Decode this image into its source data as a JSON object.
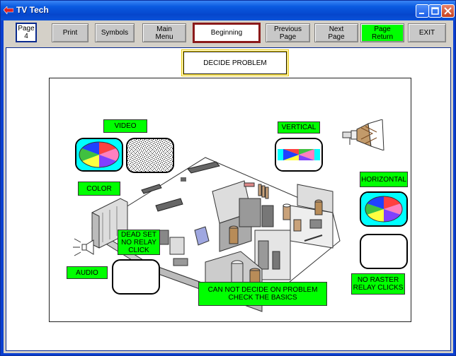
{
  "window": {
    "title": "TV Tech"
  },
  "toolbar": {
    "page_label": "Page\n4",
    "print": "Print",
    "symbols": "Symbols",
    "main_menu": "Main\nMenu",
    "beginning": "Beginning",
    "previous_page": "Previous\nPage",
    "next_page": "Next\nPage",
    "page_return": "Page\nReturn",
    "exit": "EXIT"
  },
  "main": {
    "heading": "DECIDE PROBLEM",
    "labels": {
      "video": "VIDEO",
      "vertical": "VERTICAL",
      "color": "COLOR",
      "horizontal": "HORIZONTAL",
      "dead_set": "DEAD SET\nNO RELAY\nCLICK",
      "audio": "AUDIO",
      "no_raster": "NO RASTER\nRELAY CLICKS",
      "basics": "CAN NOT DECIDE ON PROBLEM\nCHECK THE BASICS"
    }
  },
  "colors": {
    "accent_green": "#00ff00",
    "title_blue": "#0a52d8",
    "border_yellow": "#e8c800"
  }
}
